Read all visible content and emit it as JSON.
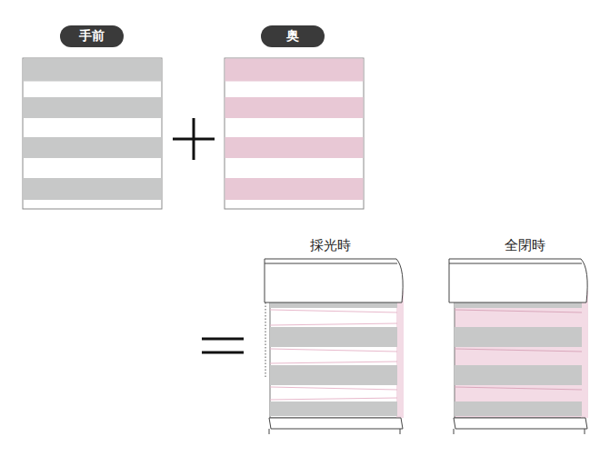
{
  "diagram": {
    "nodes": [
      {
        "text": [
          "手前"
        ]
      },
      {
        "text": [
          "奥"
        ]
      }
    ],
    "labels": [
      "採光時",
      "全閉時"
    ]
  }
}
